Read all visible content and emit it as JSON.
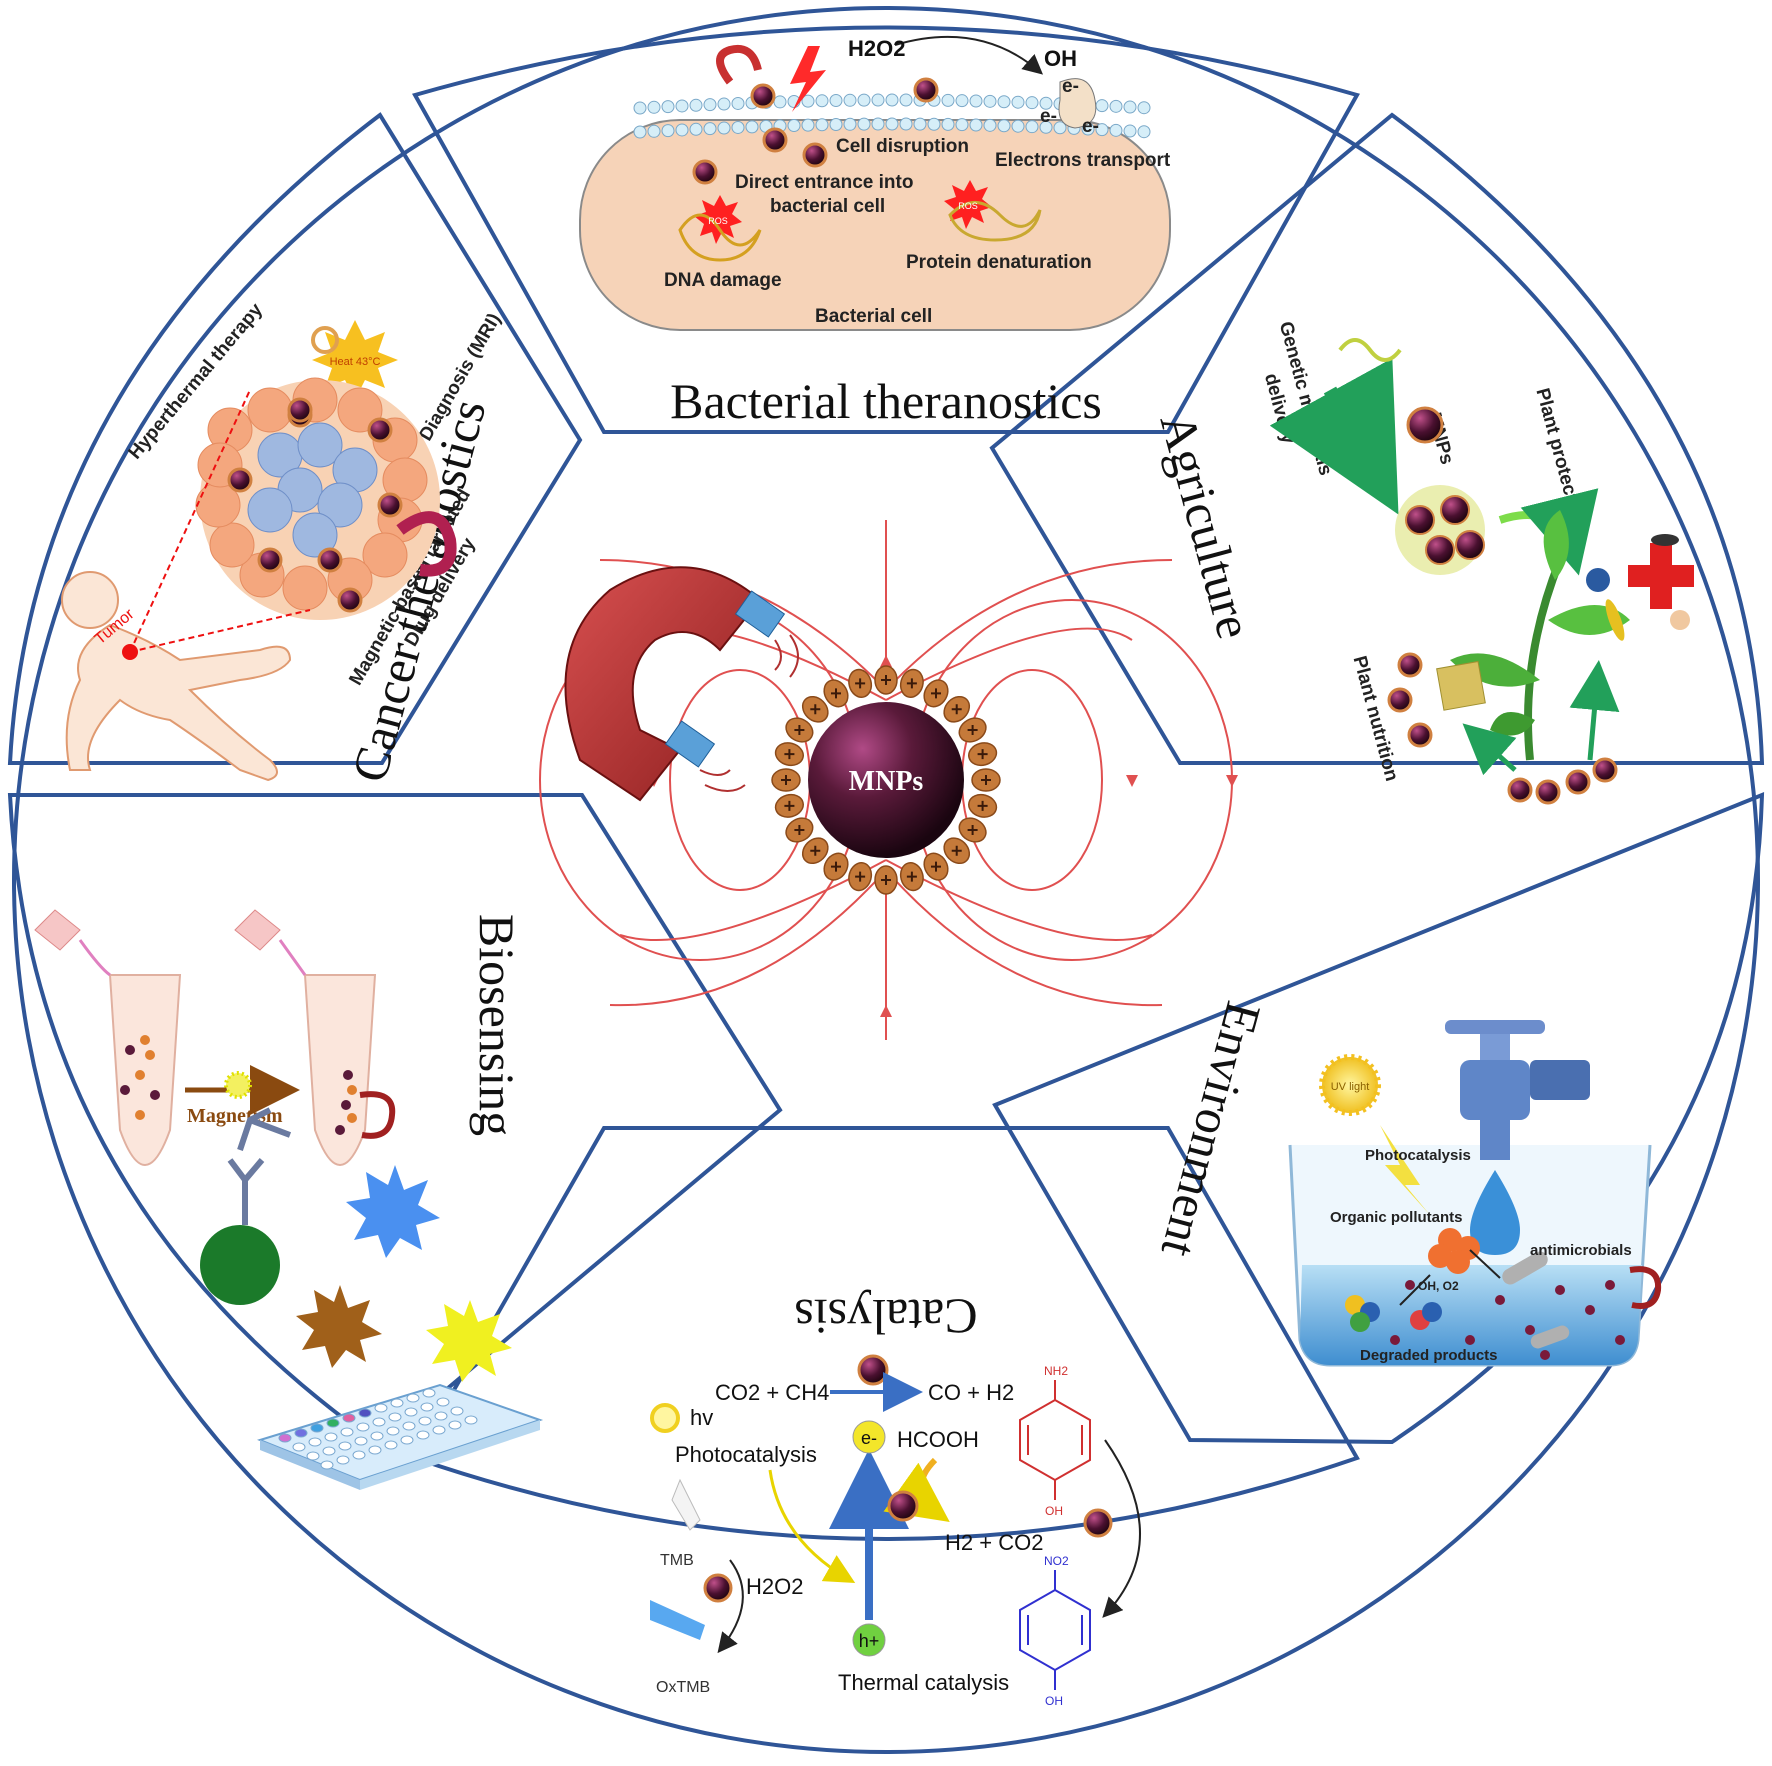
{
  "center": {
    "label": "MNPs"
  },
  "sections": {
    "bacterial": {
      "title": "Bacterial  theranostics",
      "labels": {
        "h2o2": "H2O2",
        "oh": "OH",
        "e1": "e-",
        "e2": "e-",
        "e3": "e-",
        "cell_disruption": "Cell disruption",
        "direct_entrance_1": "Direct entrance into",
        "direct_entrance_2": "bacterial cell",
        "electrons_transport": "Electrons transport",
        "dna_damage": "DNA damage",
        "protein_denaturation": "Protein denaturation",
        "bacterial_cell": "Bacterial cell",
        "ros1": "ROS",
        "ros2": "ROS"
      }
    },
    "agriculture": {
      "title": "Agriculture",
      "labels": {
        "genetic_1": "Genetic materials",
        "genetic_2": "delivery",
        "mnps": "MNPs",
        "plant_protection": "Plant protection",
        "plant_nutrition": "Plant nutrition"
      }
    },
    "environment": {
      "title": "Environment",
      "labels": {
        "uv_light": "UV light",
        "photocatalysis": "Photocatalysis",
        "organic_pollutants": "Organic pollutants",
        "antimicrobials": "antimicrobials",
        "oh_o2": "OH, O2",
        "degraded": "Degraded products"
      }
    },
    "catalysis": {
      "title": "Catalysis",
      "labels": {
        "co2_ch4": "CO2 + CH4",
        "co_h2": "CO + H2",
        "hv": "hv",
        "photocatalysis": "Photocatalysis",
        "electron": "e-",
        "hcooh": "HCOOH",
        "h2_co2": "H2 + CO2",
        "tmb": "TMB",
        "h2o2": "H2O2",
        "oxtmb": "OxTMB",
        "hole": "h+",
        "thermal": "Thermal catalysis",
        "nh2": "NH2",
        "oh_top": "OH",
        "no2": "NO2",
        "oh_bottom": "OH"
      }
    },
    "biosensing": {
      "title": "Biosensing",
      "labels": {
        "magnetism": "Magnetism"
      }
    },
    "cancer": {
      "title": "Cancer  theranostics",
      "labels": {
        "hyperthermal": "Hyperthermal therapy",
        "heat": "Heat 43°C",
        "diagnosis": "Diagnosis (MRI)",
        "magnetic_1": "Magnetic based targeted",
        "magnetic_2": "Drug delivery",
        "tumor": "Tumor"
      }
    }
  },
  "colors": {
    "border": "#2f5597",
    "field_lines": "#e05050",
    "particle": "#5a1a3a",
    "bacterial_cell_fill": "#f6d3b8"
  }
}
